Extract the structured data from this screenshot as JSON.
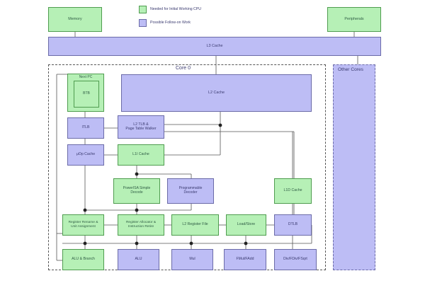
{
  "diagram": {
    "title_core": "Core 0",
    "title_other_cores": "Other Cores",
    "legend": [
      {
        "swatch": "#b6f0b6",
        "label": "Needed for Initial Working CPU"
      },
      {
        "swatch": "#bdbdf5",
        "label": "Possible Follow-on Work"
      }
    ],
    "colors": {
      "green_fill": "#b6f0b6",
      "green_stroke": "#4f9c4f",
      "purple_fill": "#bdbdf5",
      "purple_stroke": "#6b6ba8",
      "wire": "#555555",
      "region_border": "#555555"
    },
    "blocks": {
      "memory": "Memory",
      "peripherals": "Peripherals",
      "l3_cache": "L3 Cache",
      "next_pc": "Next PC",
      "btb": "BTB",
      "l2_cache": "L2 Cache",
      "itlb": "ITLB",
      "l2_tlb": "L2 TLB &\nPage Table Walker",
      "uop_cache": "μOp Cache",
      "l1i_cache": "L1I Cache",
      "simple_decode": "PowerISA Simple\nDecode",
      "prog_decode": "Programmable\nDecoder",
      "l1d_cache": "L1D Cache",
      "reg_rename": "Register Rename &\nUnit Assignment",
      "reg_alloc": "Register Allocator &\nInstruction Retire",
      "l2_reg_file": "L2 Register File",
      "load_store": "Load/Store",
      "dtlb": "DTLB",
      "alu_branch": "ALU & Branch",
      "alu": "ALU",
      "mul": "Mul",
      "fmul_fadd": "FMul/FAdd",
      "div_fdiv_fsqrt": "Div/FDiv/FSqrt"
    }
  }
}
